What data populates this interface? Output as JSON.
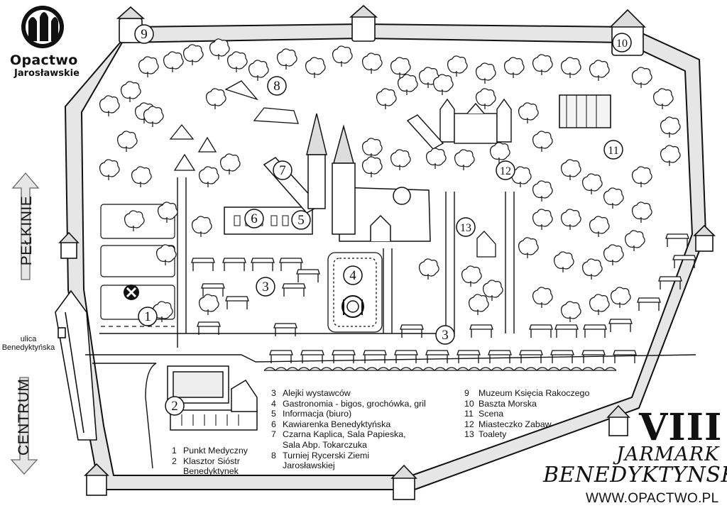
{
  "logo": {
    "line1": "Opactwo",
    "line2": "Jarosławskie"
  },
  "street_label": {
    "line1": "ulica",
    "line2": "Benedyktyńska"
  },
  "directions": {
    "up": "PEŁKINIE",
    "down": "CENTRUM"
  },
  "markers": [
    "1",
    "2",
    "3",
    "3",
    "4",
    "5",
    "6",
    "7",
    "8",
    "9",
    "10",
    "11",
    "12",
    "13"
  ],
  "legend": {
    "col1": [
      {
        "num": "1",
        "text": "Punkt Medyczny"
      },
      {
        "num": "2",
        "text": "Klasztor Sióstr"
      },
      {
        "num": "",
        "text": "Benedyktynek"
      }
    ],
    "col2": [
      {
        "num": "3",
        "text": "Alejki wystawców"
      },
      {
        "num": "4",
        "text": "Gastronomia - bigos, grochówka, gril"
      },
      {
        "num": "5",
        "text": "Informacja (biuro)"
      },
      {
        "num": "6",
        "text": "Kawiarenka Benedyktyńska"
      },
      {
        "num": "7",
        "text": "Czarna Kaplica, Sala Papieska,"
      },
      {
        "num": "",
        "text": "Sala Abp. Tokarczuka"
      },
      {
        "num": "8",
        "text": "Turniej Rycerski Ziemi"
      },
      {
        "num": "",
        "text": "Jarosławskiej"
      }
    ],
    "col3": [
      {
        "num": "9",
        "text": "Muzeum Księcia Rakoczego"
      },
      {
        "num": "10",
        "text": "Baszta Morska"
      },
      {
        "num": "11",
        "text": "Scena"
      },
      {
        "num": "12",
        "text": "Miasteczko Zabaw"
      },
      {
        "num": "13",
        "text": "Toalety"
      }
    ]
  },
  "title": {
    "roman": "VIII",
    "line1": "JARMARK",
    "line2": "BENEDYKTYNSKI",
    "url": "WWW.OPACTWO.PL"
  },
  "colors": {
    "ink": "#111111",
    "wall": "#e8e8e8",
    "paper": "#ffffff"
  },
  "icons": [
    "logo-icon",
    "medical-cross-icon",
    "restaurant-icon",
    "arrow-up-icon",
    "arrow-down-icon"
  ]
}
